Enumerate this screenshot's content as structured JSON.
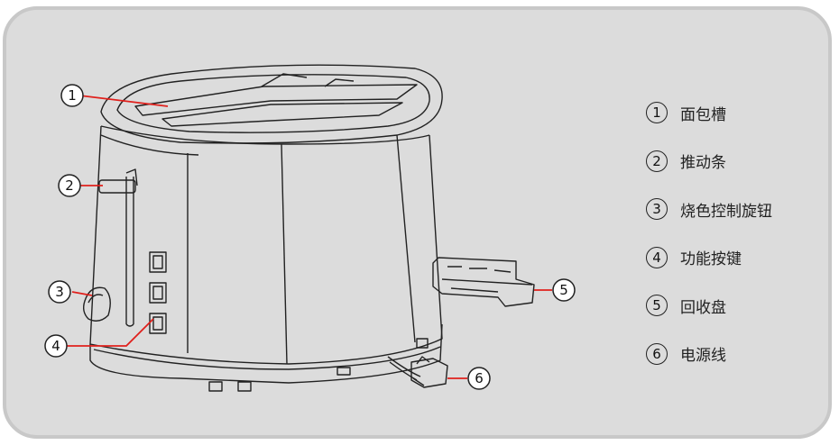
{
  "callouts": [
    "1",
    "2",
    "3",
    "4",
    "5",
    "6"
  ],
  "legend": [
    {
      "num": "1",
      "label": "面包槽"
    },
    {
      "num": "2",
      "label": "推动条"
    },
    {
      "num": "3",
      "label": "烧色控制旋钮"
    },
    {
      "num": "4",
      "label": "功能按键"
    },
    {
      "num": "5",
      "label": "回收盘"
    },
    {
      "num": "6",
      "label": "电源线"
    }
  ],
  "colors": {
    "panel": "#dcdcdc",
    "panel_border": "#c8c8c8",
    "leader_line": "#e0201c",
    "outline": "#222222"
  }
}
